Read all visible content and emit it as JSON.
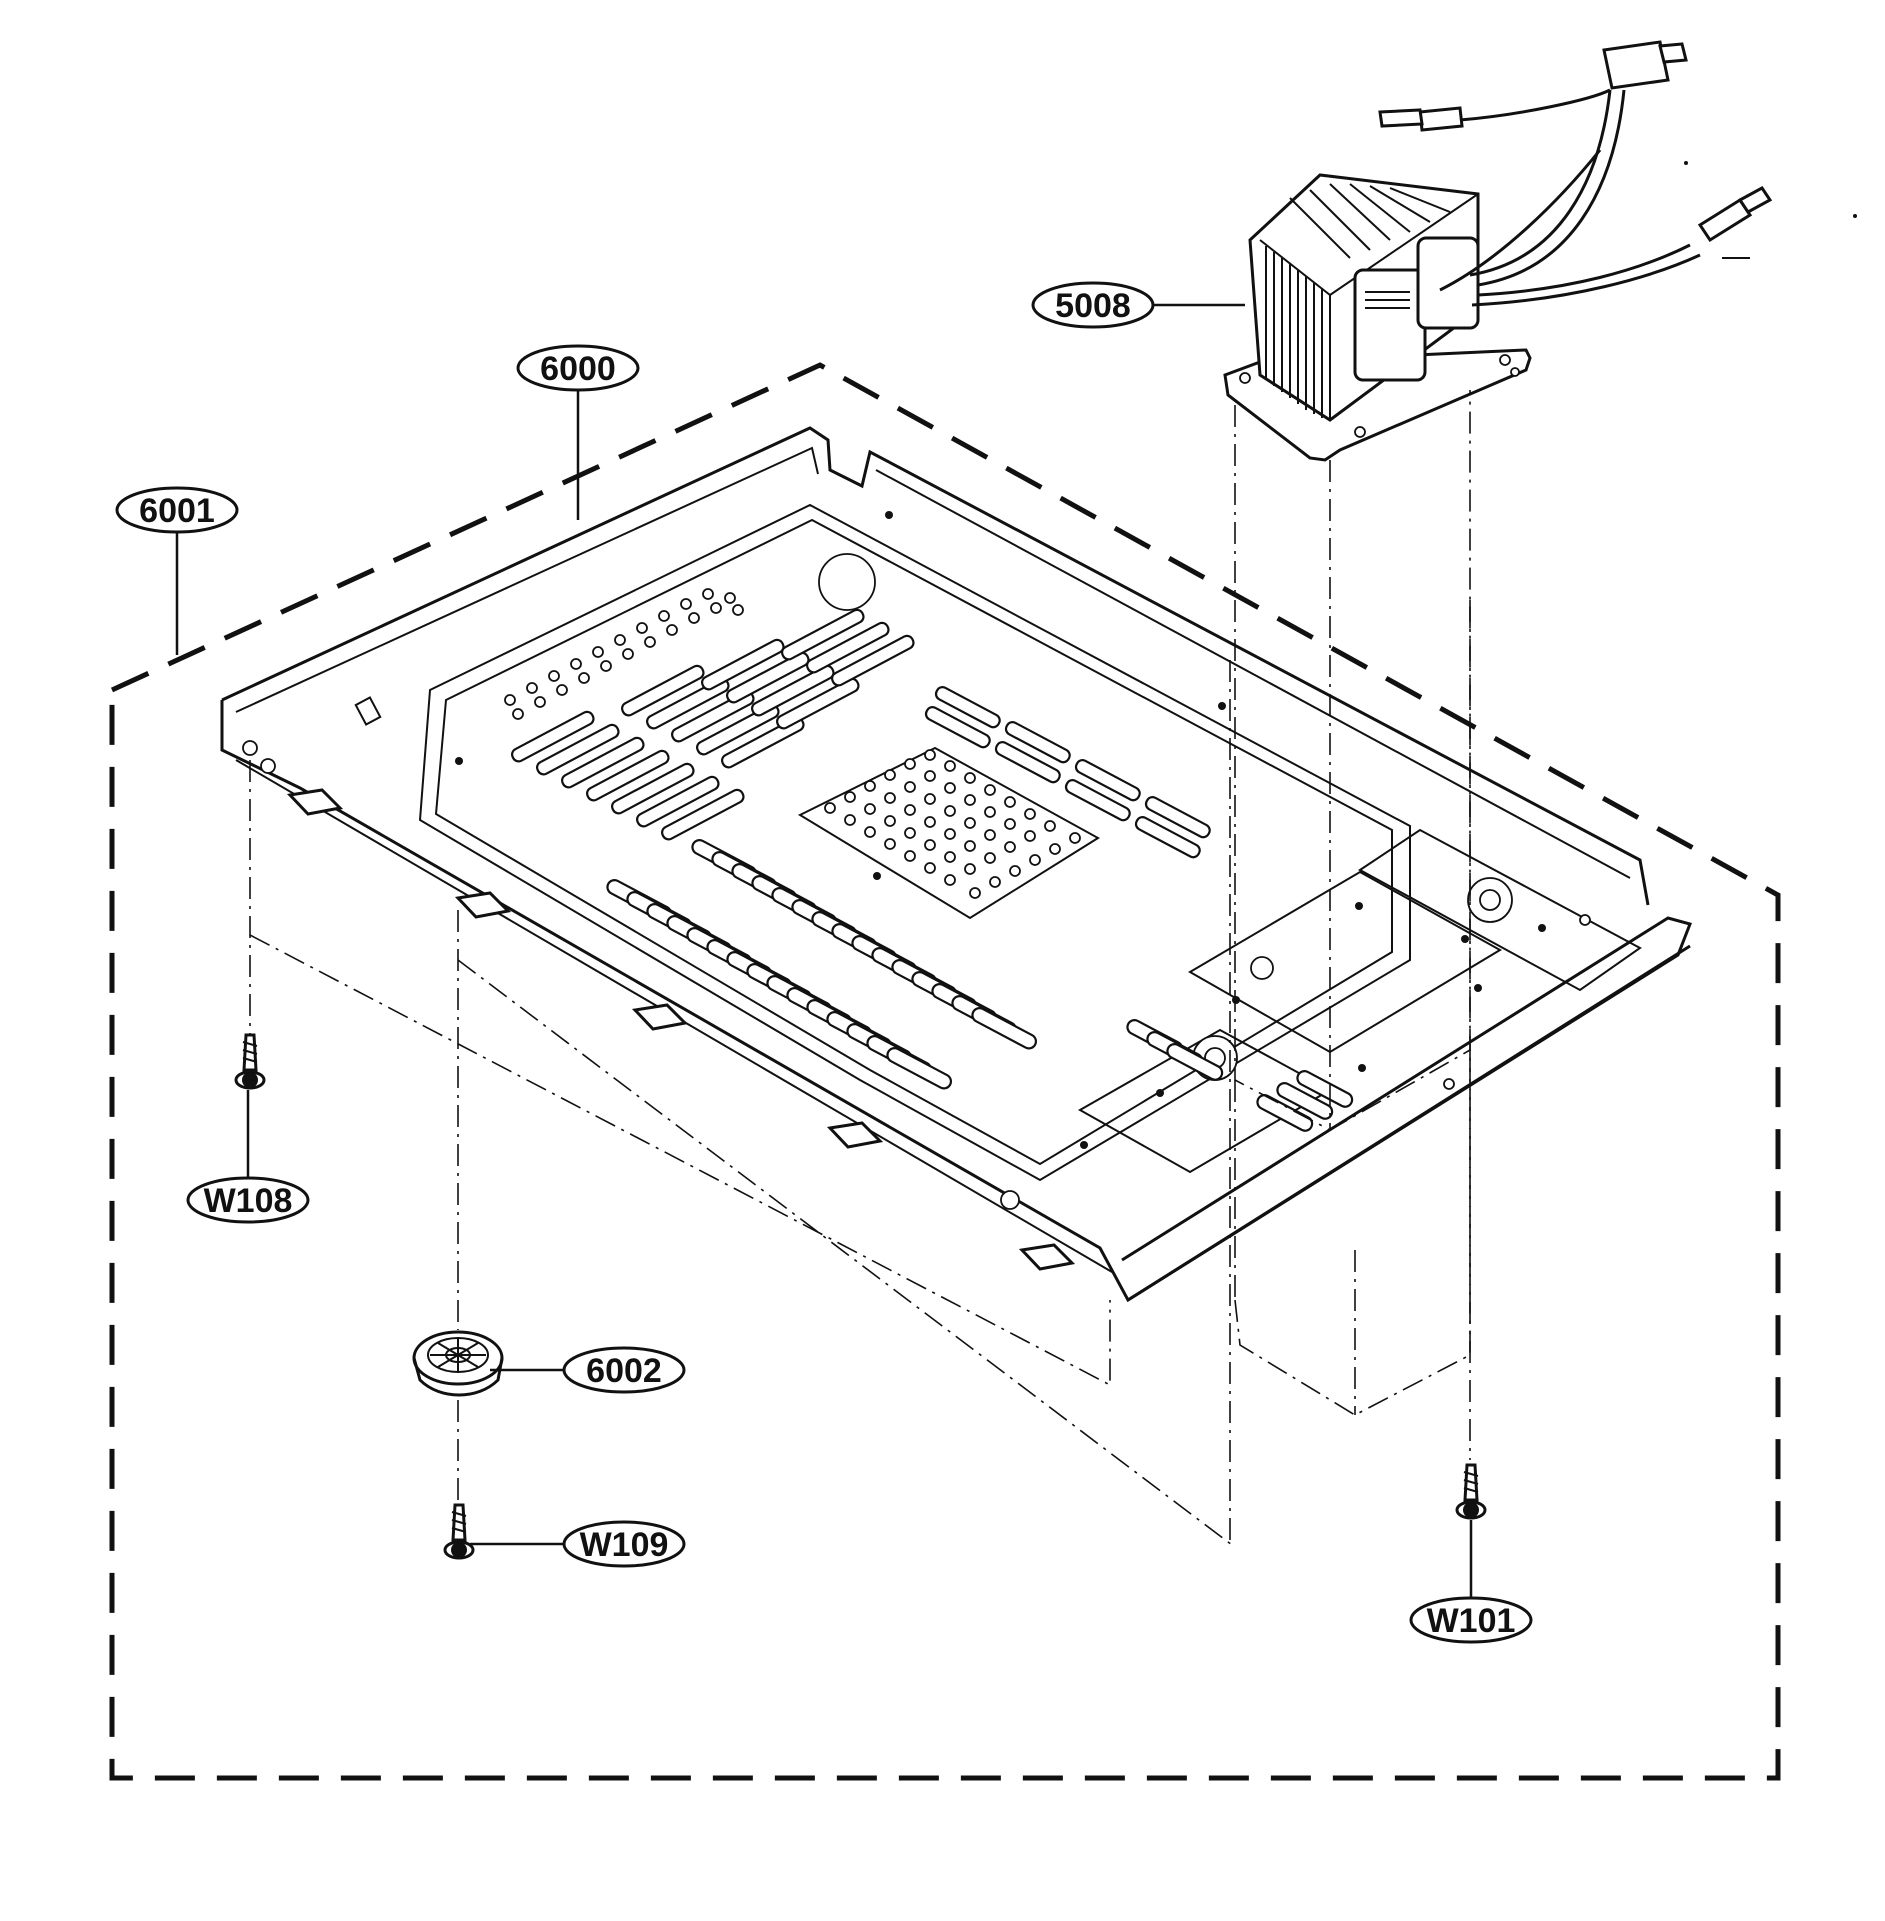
{
  "diagram": {
    "labels": [
      {
        "id": "6000",
        "text": "6000"
      },
      {
        "id": "6001",
        "text": "6001"
      },
      {
        "id": "5008",
        "text": "5008"
      },
      {
        "id": "6002",
        "text": "6002"
      },
      {
        "id": "W108",
        "text": "W108"
      },
      {
        "id": "W109",
        "text": "W109"
      },
      {
        "id": "W101",
        "text": "W101"
      }
    ]
  }
}
